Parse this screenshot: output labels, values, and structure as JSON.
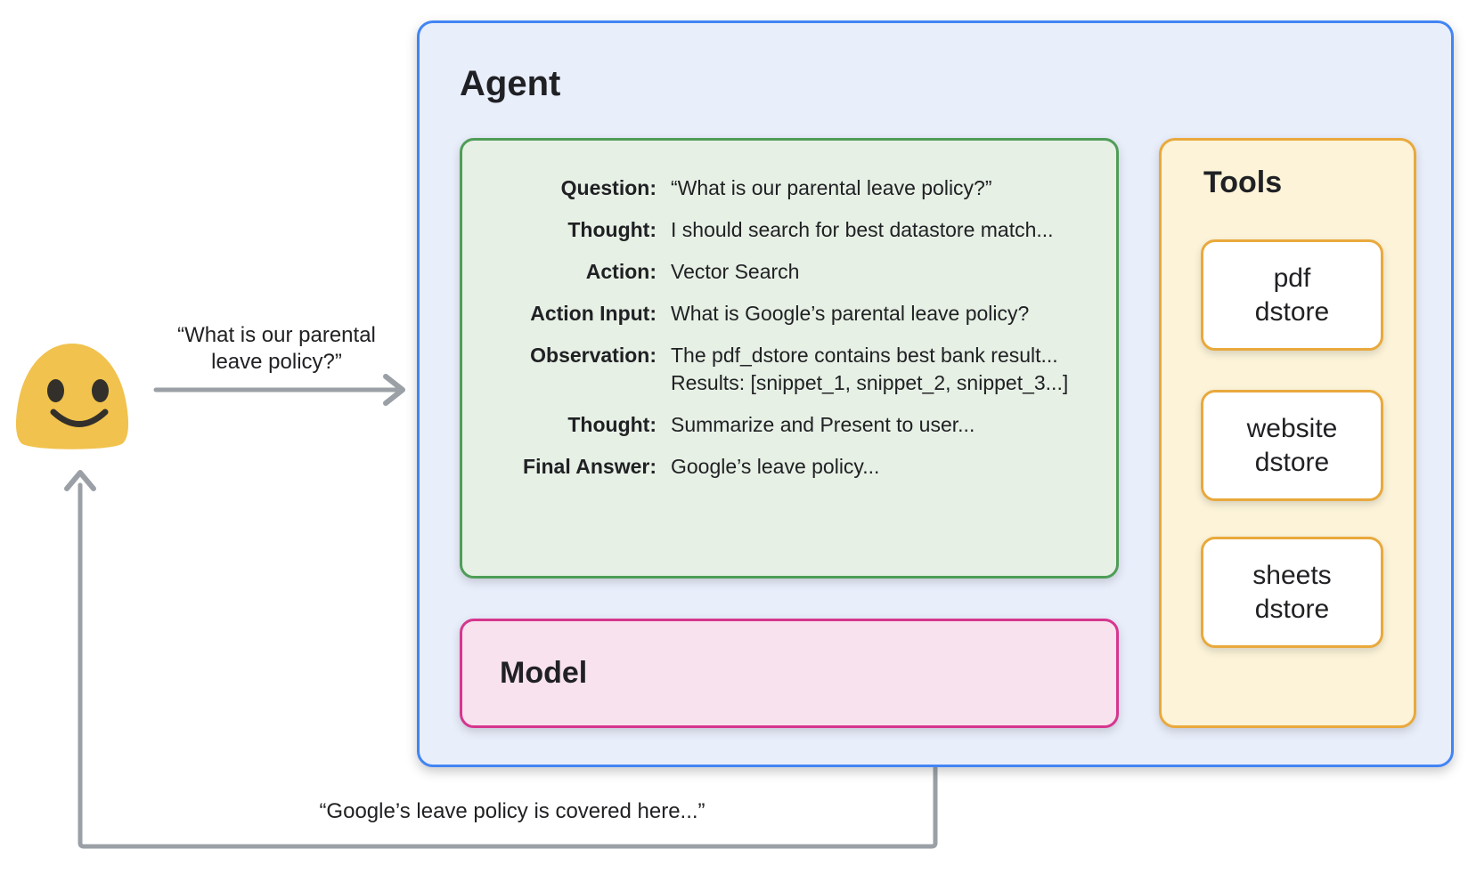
{
  "agent": {
    "title": "Agent"
  },
  "scratchpad": {
    "rows": [
      {
        "label": "Question:",
        "value": "“What is our parental leave policy?”"
      },
      {
        "label": "Thought:",
        "value": "I should search for best datastore match..."
      },
      {
        "label": "Action:",
        "value": "Vector Search"
      },
      {
        "label": "Action Input:",
        "value": "What is Google’s parental leave policy?"
      },
      {
        "label": "Observation:",
        "value": "The pdf_dstore contains best bank result...",
        "value2": "Results: [snippet_1, snippet_2, snippet_3...]"
      },
      {
        "label": "Thought:",
        "value": "Summarize and Present to user..."
      },
      {
        "label": "Final Answer:",
        "value": "Google’s leave policy..."
      }
    ]
  },
  "model": {
    "title": "Model"
  },
  "tools": {
    "title": "Tools",
    "items": [
      {
        "label": "pdf\ndstore"
      },
      {
        "label": "website\ndstore"
      },
      {
        "label": "sheets\ndstore"
      }
    ]
  },
  "user": {
    "icon": "smiley-blob-emoji",
    "request_label": "“What is our parental\nleave policy?”",
    "response_label": "“Google’s leave policy is covered here...”"
  },
  "connectors": {
    "request_arrow": "user-to-agent",
    "response_arrow": "agent-to-user",
    "dotted_links": [
      "scratchpad-to-model",
      "model-to-scratchpad",
      "scratchpad-to-tools"
    ]
  },
  "colors": {
    "agent_border": "#4285f4",
    "agent_fill": "#e9eefb",
    "scratchpad_border": "#4f9d58",
    "scratchpad_fill": "#e7f0e5",
    "model_border": "#d6368e",
    "model_fill": "#f8e2ee",
    "tools_border": "#e9a93c",
    "tools_fill": "#fcf3d8",
    "tool_item_fill": "#ffffff",
    "connector_gray": "#9aa0a6",
    "dotted_gray": "#8a9096",
    "emoji_yellow": "#f1c24d",
    "emoji_features": "#33302b",
    "text": "#202124"
  }
}
